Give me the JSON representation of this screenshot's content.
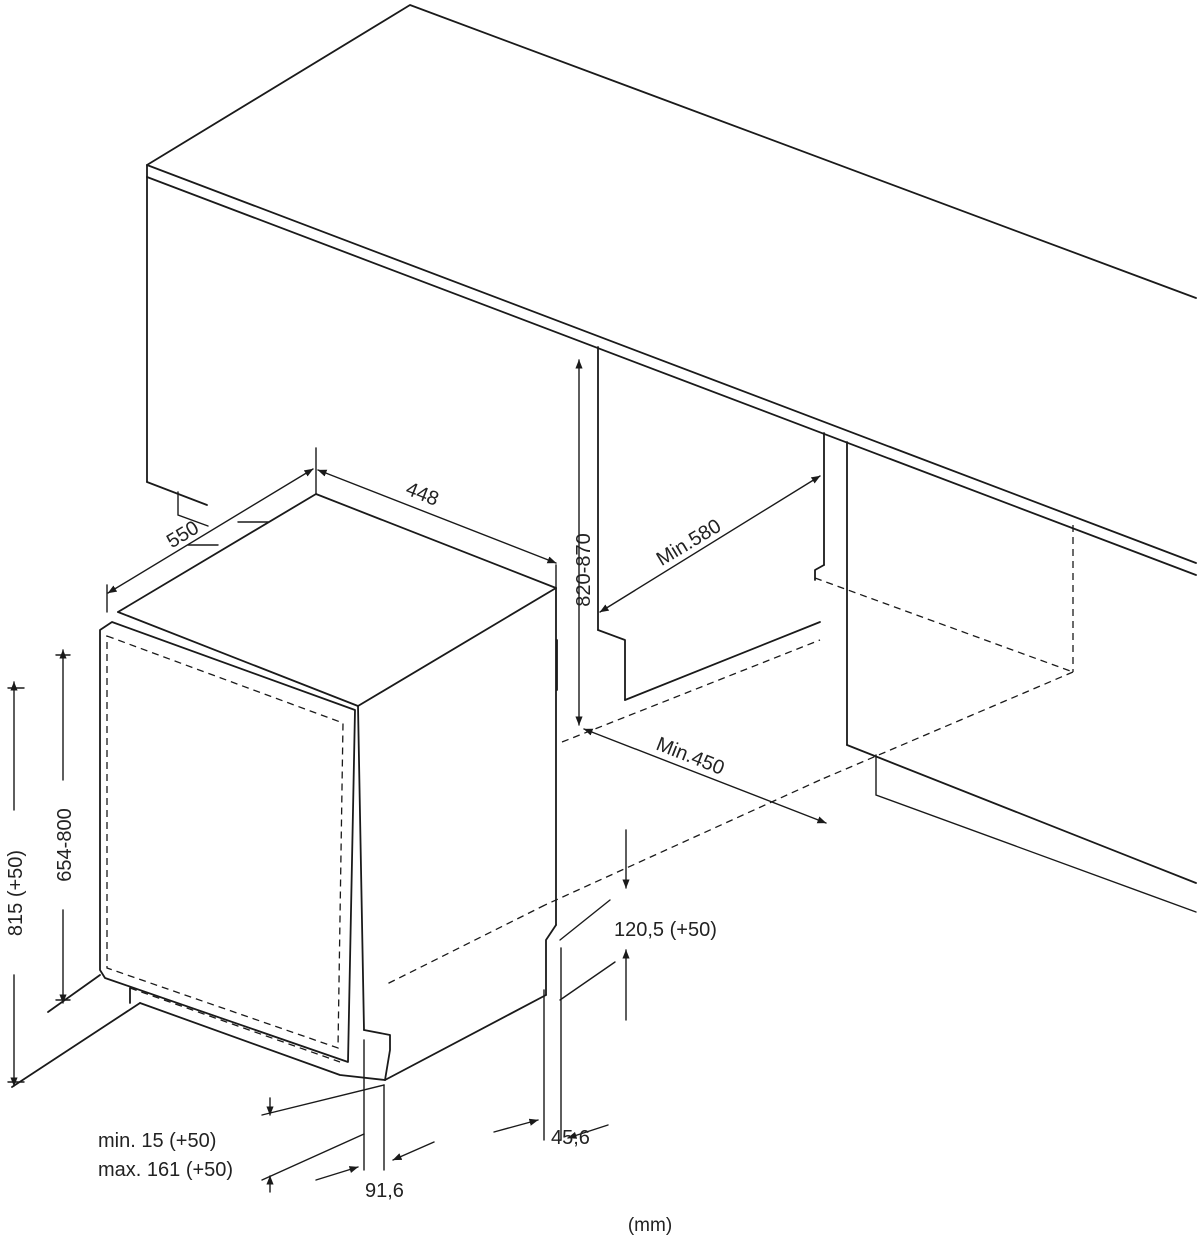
{
  "unit": "(mm)",
  "dimensions": {
    "appliance_depth": "550",
    "appliance_width": "448",
    "niche_height": "820-870",
    "niche_depth": "Min.580",
    "niche_width": "Min.450",
    "total_height": "815 (+50)",
    "door_height": "654-800",
    "plinth_height": "120,5 (+50)",
    "plinth_recess": "45,6",
    "door_gap_min": "min. 15 (+50)",
    "door_gap_max": "max. 161 (+50)",
    "door_offset": "91,6"
  },
  "colors": {
    "line": "#1a1a1a",
    "text": "#222222",
    "background": "#ffffff"
  }
}
